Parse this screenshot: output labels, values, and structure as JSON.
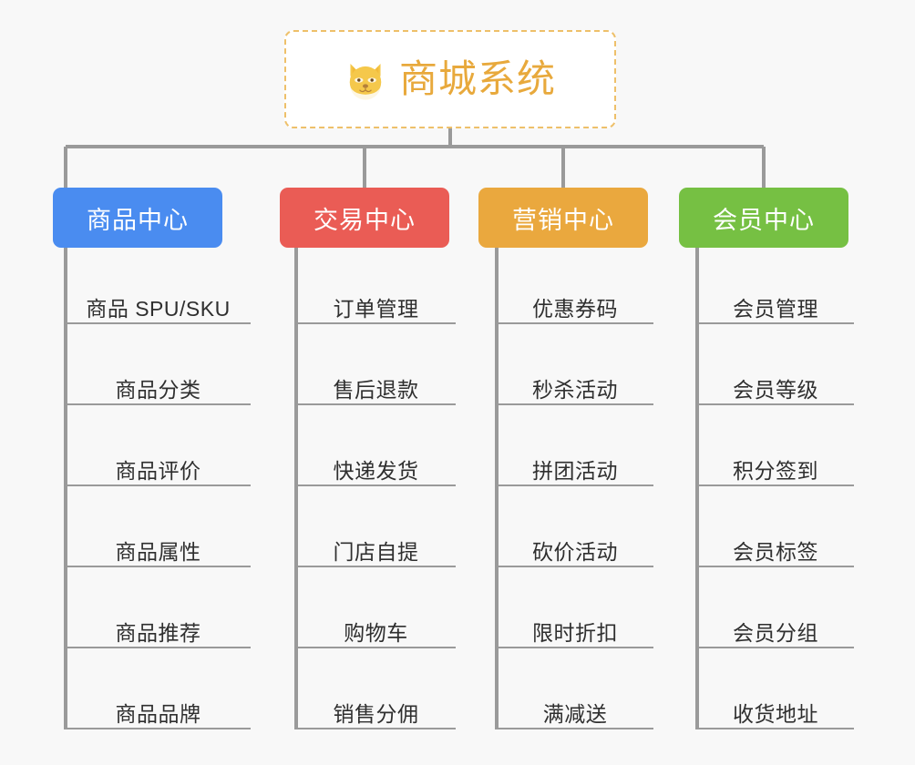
{
  "page": {
    "background_color": "#f8f8f8",
    "line_color": "#9a9a9a"
  },
  "root": {
    "title": "商城系统",
    "icon": "dog-face-emoji",
    "text_color": "#e8a93c",
    "border_color": "#eec06a",
    "background_color": "#ffffff"
  },
  "categories": [
    {
      "label": "商品中心",
      "color": "#4a8cf0",
      "items": [
        "商品 SPU/SKU",
        "商品分类",
        "商品评价",
        "商品属性",
        "商品推荐",
        "商品品牌"
      ]
    },
    {
      "label": "交易中心",
      "color": "#ea5c55",
      "items": [
        "订单管理",
        "售后退款",
        "快递发货",
        "门店自提",
        "购物车",
        "销售分佣"
      ]
    },
    {
      "label": "营销中心",
      "color": "#eaa83e",
      "items": [
        "优惠券码",
        "秒杀活动",
        "拼团活动",
        "砍价活动",
        "限时折扣",
        "满减送"
      ]
    },
    {
      "label": "会员中心",
      "color": "#76c043",
      "items": [
        "会员管理",
        "会员等级",
        "积分签到",
        "会员标签",
        "会员分组",
        "收货地址"
      ]
    }
  ]
}
